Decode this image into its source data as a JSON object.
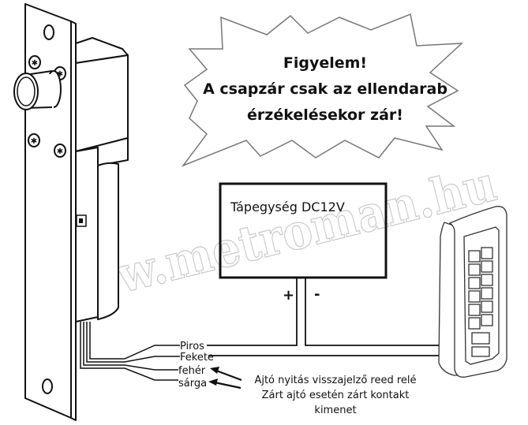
{
  "warning": {
    "line1": "Figyelem!",
    "line2": "A csapzár csak az ellendarab",
    "line3": "érzékelésekor zár!"
  },
  "power_supply": {
    "label": "Tápegység DC12V",
    "plus": "+",
    "minus": "-"
  },
  "wires": {
    "red": "Piros",
    "black": "Fekete",
    "white": "fehér",
    "yellow": "sárga"
  },
  "note": {
    "line1": "Ajtó nyitás visszajelző reed relé",
    "line2": "Zárt ajtó esetén zárt kontakt",
    "line3": "kimenet"
  },
  "watermark": "www.metroman.hu",
  "components": {
    "lock": "electric-bolt-lock",
    "keypad": "access-keypad"
  }
}
